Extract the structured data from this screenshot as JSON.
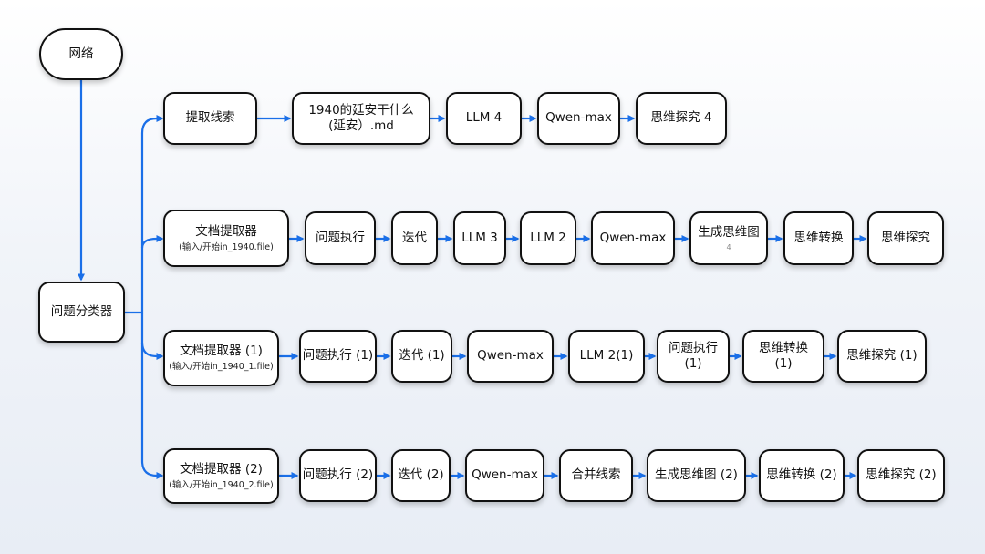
{
  "colors": {
    "edge": "#1a6fe8",
    "node_border": "#111111",
    "node_fill": "#ffffff"
  },
  "nodes": {
    "root": "网络",
    "classifier": "问题分类器",
    "r1": [
      "提取线索",
      "1940的延安干什么\n(延安）.md",
      "LLM 4",
      "Qwen-max",
      "思维探究 4"
    ],
    "r2_head": {
      "label": "文档提取器",
      "sub": "(输入/开始in_1940.file)"
    },
    "r2": [
      "问题执行",
      "迭代",
      "LLM 3",
      "LLM 2",
      "Qwen-max",
      "生成思维图",
      "思维转换",
      "思维探究"
    ],
    "r2_badge": "4",
    "r3_head": {
      "label": "文档提取器 (1)",
      "sub": "(输入/开始in_1940_1.file)"
    },
    "r3": [
      "问题执行 (1)",
      "迭代 (1)",
      "Qwen-max",
      "LLM 2(1)",
      "问题执行\n(1)",
      "思维转换\n(1)",
      "思维探究 (1)"
    ],
    "r4_head": {
      "label": "文档提取器 (2)",
      "sub": "(输入/开始in_1940_2.file)"
    },
    "r4": [
      "问题执行 (2)",
      "迭代 (2)",
      "Qwen-max",
      "合并线索",
      "生成思维图 (2)",
      "思维转换 (2)",
      "思维探究 (2)"
    ]
  }
}
